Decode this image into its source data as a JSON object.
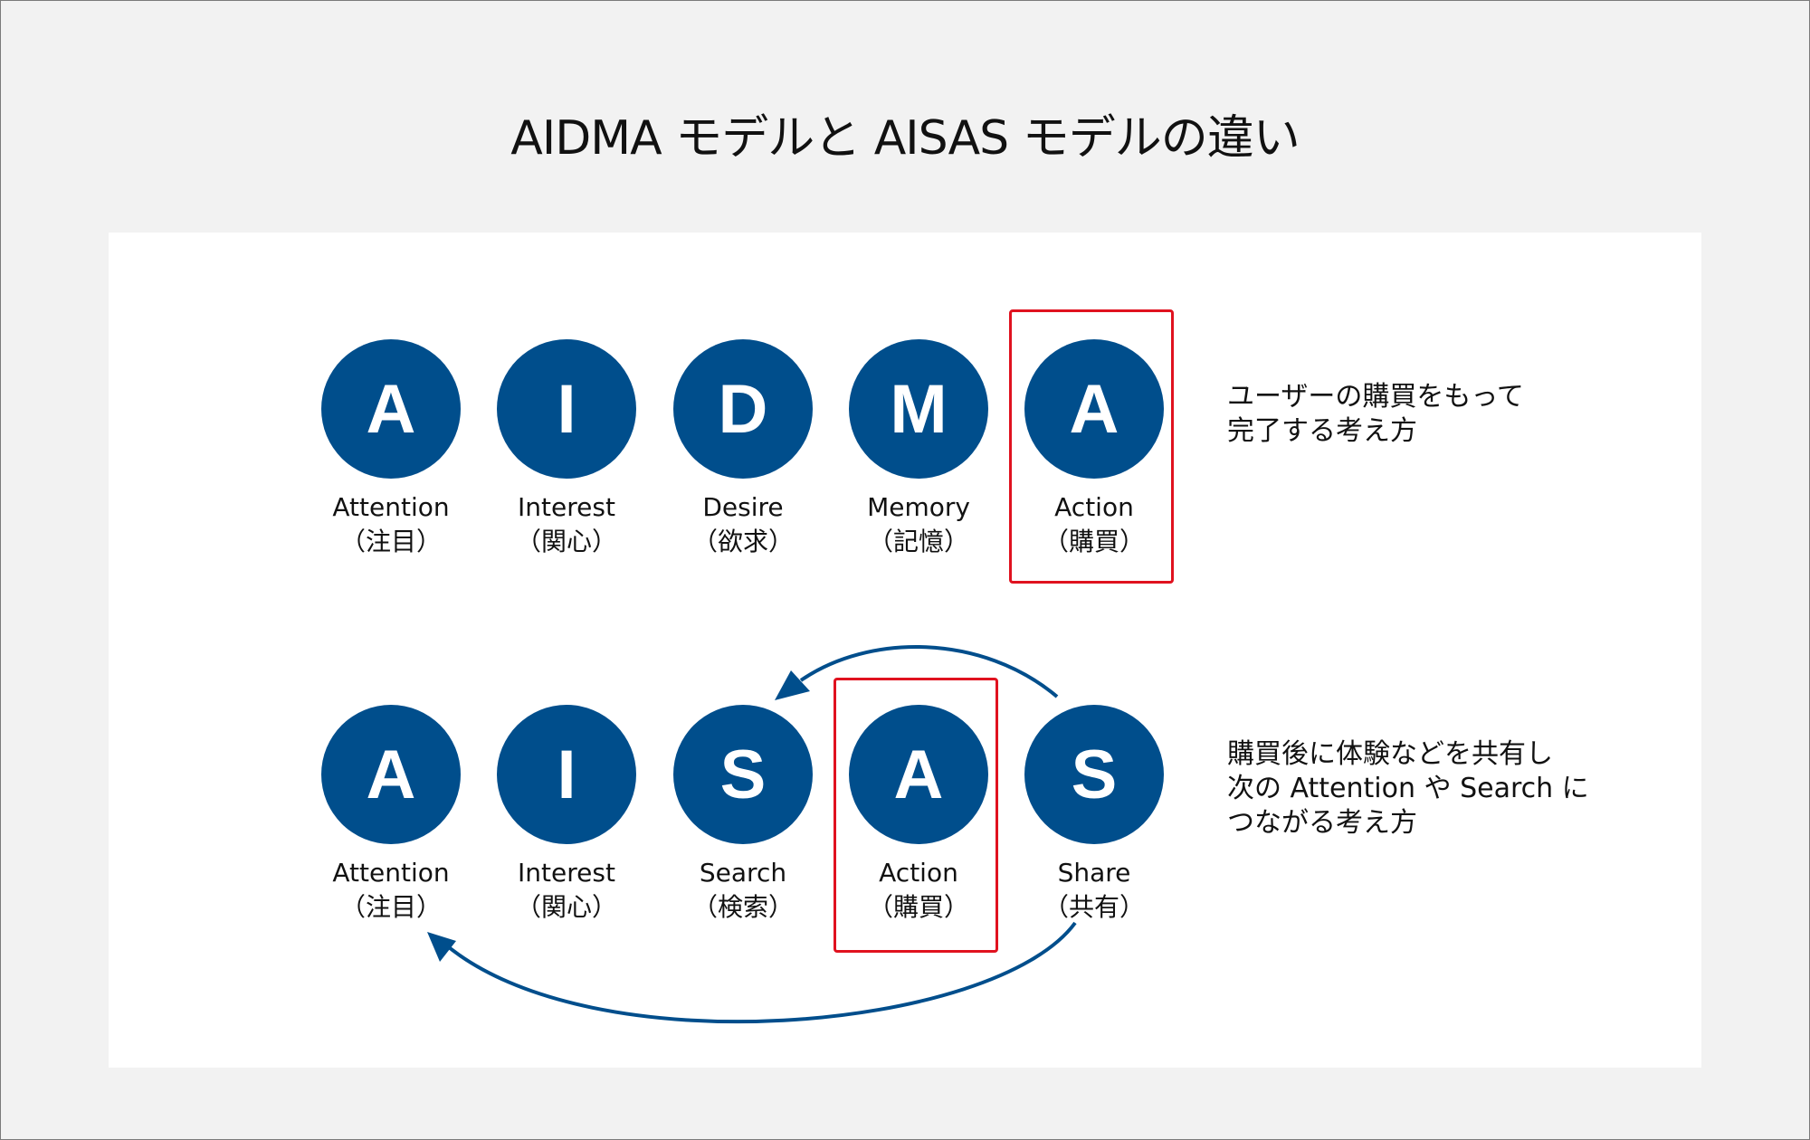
{
  "title": "AIDMA モデルと AISAS モデルの違い",
  "colors": {
    "circle": "#004e8c",
    "highlight": "#e0121f",
    "arrow": "#004e8c"
  },
  "aidma": {
    "steps": [
      {
        "letter": "A",
        "en": "Attention",
        "jp": "（注目）"
      },
      {
        "letter": "I",
        "en": "Interest",
        "jp": "（関心）"
      },
      {
        "letter": "D",
        "en": "Desire",
        "jp": "（欲求）"
      },
      {
        "letter": "M",
        "en": "Memory",
        "jp": "（記憶）"
      },
      {
        "letter": "A",
        "en": "Action",
        "jp": "（購買）"
      }
    ],
    "description": [
      "ユーザーの購買をもって",
      "完了する考え方"
    ]
  },
  "aisas": {
    "steps": [
      {
        "letter": "A",
        "en": "Attention",
        "jp": "（注目）"
      },
      {
        "letter": "I",
        "en": "Interest",
        "jp": "（関心）"
      },
      {
        "letter": "S",
        "en": "Search",
        "jp": "（検索）"
      },
      {
        "letter": "A",
        "en": "Action",
        "jp": "（購買）"
      },
      {
        "letter": "S",
        "en": "Share",
        "jp": "（共有）"
      }
    ],
    "description": [
      "購買後に体験などを共有し",
      "次の Attention や Search に",
      "つながる考え方"
    ]
  }
}
